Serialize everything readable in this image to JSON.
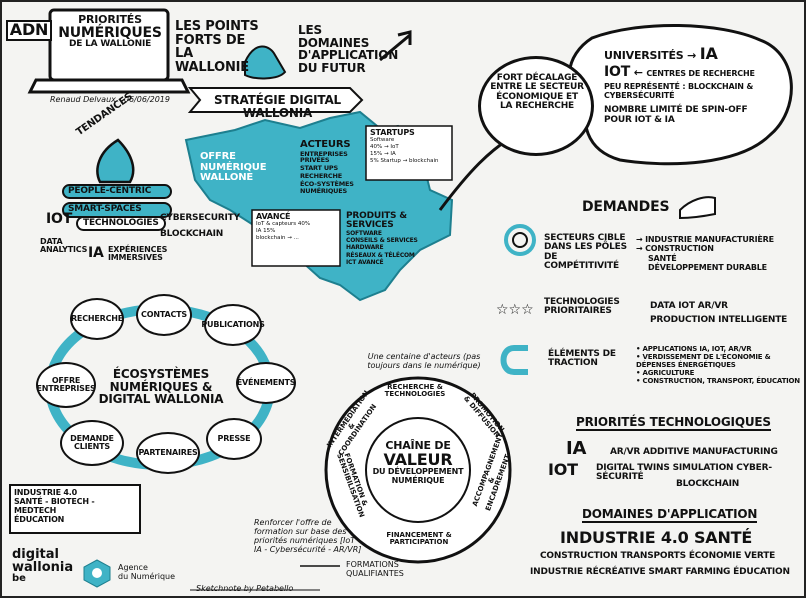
{
  "header": {
    "adn": "ADN",
    "title_line1": "Priorités",
    "title_line2": "Numériques",
    "title_line3": "de la Wallonie",
    "author": "Renaud Delvaux - 06/06/2019"
  },
  "top": {
    "points_forts": "Les points forts de la Wallonie",
    "domaines_futur": "Les domaines d'application du futur",
    "strategie": "Stratégie Digital Wallonia"
  },
  "tendances": {
    "title": "Tendances",
    "items": [
      "People-Centric",
      "Smart-Spaces"
    ],
    "tech_label": "Technologies",
    "iot": "IoT",
    "cyber": "Cybersecurity",
    "blockchain": "Blockchain",
    "data": "Data Analytics",
    "ia": "IA",
    "exp": "Expériences immersives"
  },
  "map": {
    "offre": "Offre numérique wallone",
    "acteurs_title": "Acteurs",
    "acteurs": [
      "Entreprises privées",
      "Start ups",
      "Recherche",
      "Éco-systèmes numériques"
    ],
    "startups_title": "Startups",
    "startups_lines": [
      "Software",
      "40% → IoT",
      "15% → IA",
      "5% Startup → blockchain"
    ],
    "avances_title": "Avancé",
    "avances_lines": [
      "IoT & capteurs 40%",
      "IA 15%",
      "blockchain → ..."
    ],
    "produits_title": "Produits & services",
    "produits": [
      "Software",
      "Conseils & services",
      "Hardware",
      "Réseaux & télécom",
      "ICT avancé"
    ]
  },
  "decalage": {
    "bubble": "Fort décalage entre le secteur économique et la recherche",
    "univ": "Universités",
    "ia": "IA",
    "iot": "IoT",
    "centres": "Centres de recherche",
    "peu": "Peu représenté :",
    "peu_items": "blockchain & Cybersécurité",
    "spin": "Nombre limité de spin-off pour IoT & IA"
  },
  "demandes": {
    "title": "Demandes",
    "secteurs_label": "Secteurs cible dans les pôles de compétitivité",
    "secteurs": [
      "Industrie manufacturière",
      "Construction",
      "Santé",
      "Développement durable"
    ],
    "tech_label": "Technologies prioritaires",
    "tech_items": "Data IoT AR/VR",
    "tech_items2": "Production intelligente",
    "traction_label": "Éléments de traction",
    "traction": [
      "Applications IA, IoT, AR/VR",
      "Verdissement de l'économie & dépenses énergétiques",
      "Agriculture",
      "Construction, transport, éducation"
    ]
  },
  "ecosysteme": {
    "center": "Écosystèmes numériques & Digital Wallonia",
    "nodes": [
      "Recherche",
      "Contacts",
      "Publications",
      "Événements",
      "Presse",
      "Partenaires",
      "Demande clients",
      "Offre entreprises"
    ]
  },
  "industrie_box": {
    "lines": [
      "Industrie 4.0",
      "Santé - Biotech - Medtech",
      "Éducation"
    ]
  },
  "chaine": {
    "note": "Une centaine d'acteurs (pas toujours dans le numérique)",
    "center1": "Chaîne de",
    "center2": "valeur",
    "center3": "du développement numérique",
    "segs": [
      "Recherche & technologies",
      "Promotion & diffusion",
      "Accompagnement & encadrement",
      "Financement & participation",
      "Formation & sensibilisation",
      "Intermédiation & coordination"
    ],
    "renforcer": "Renforcer l'offre de formation sur base des priorités numériques [IoT - IA - Cybersécurité - AR/VR]",
    "formations": "Formations qualifiantes"
  },
  "priorites_tech": {
    "title": "Priorités technologiques",
    "ia": "IA",
    "iot": "IoT",
    "line1": "AR/VR Additive Manufacturing",
    "line2": "Digital Twins Simulation Cyber-sécurité",
    "line3": "Blockchain"
  },
  "domaines_app": {
    "title": "Domaines d'application",
    "big": "Industrie 4.0 Santé",
    "line1": "Construction Transports Économie verte",
    "line2": "Industrie récréative Smart Farming Éducation"
  },
  "footer": {
    "logo1": "digital",
    "logo2": "wallonia",
    "logo3": "be",
    "agence1": "Agence",
    "agence2": "du Numérique",
    "credit": "Sketchnote by Petabello"
  }
}
